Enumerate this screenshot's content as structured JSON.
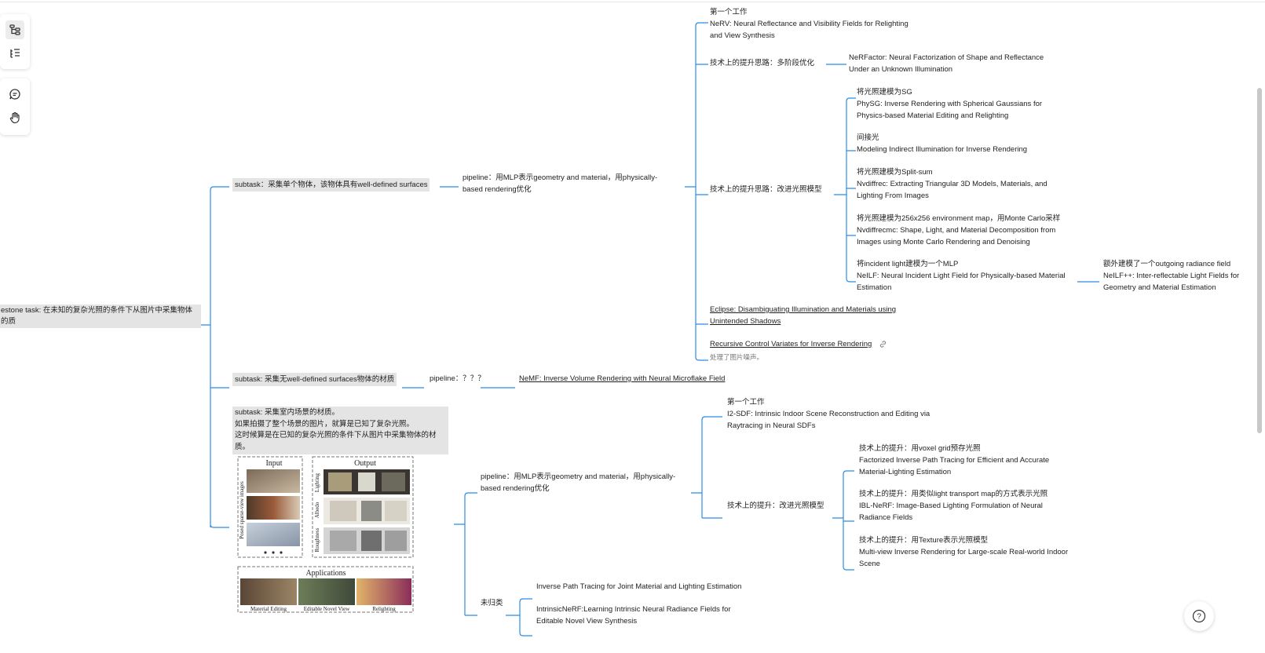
{
  "toolbar": {
    "buttons": [
      {
        "icon": "mindmap-icon",
        "active": true
      },
      {
        "icon": "outline-icon",
        "active": false
      },
      {
        "icon": "comment-icon",
        "active": false
      },
      {
        "icon": "hand-icon",
        "active": false
      }
    ]
  },
  "colors": {
    "branch": "#2b8ce6",
    "highlight": "#e4e4e4"
  },
  "root": {
    "text": "estone task: 在未知的复杂光照的条件下从图片中采集物体的质"
  },
  "subtask1": {
    "label": "subtask：采集单个物体，该物体具有well-defined surfaces",
    "pipeline": "pipeline：用MLP表示geometry and material，用physically-based rendering优化",
    "first_tag": "第一个工作",
    "first_work": "NeRV: Neural Reflectance and Visibility Fields for Relighting and View Synthesis",
    "improve_multistage": "技术上的提升思路：多阶段优化",
    "nerfactor": "NeRFactor: Neural Factorization of Shape and Reflectance Under an Unknown Illumination",
    "improve_light": "技术上的提升思路：改进光照模型",
    "light_items": [
      {
        "tag": "将光照建模为SG",
        "paper": "PhySG: Inverse Rendering with Spherical Gaussians for Physics-based Material Editing and Relighting"
      },
      {
        "tag": "间接光",
        "paper": "Modeling Indirect Illumination for Inverse Rendering"
      },
      {
        "tag": "将光照建模为Split-sum",
        "paper": "Nvdiffrec: Extracting Triangular 3D Models, Materials, and Lighting From Images"
      },
      {
        "tag": "将光照建模为256x256 environment map，用Monte Carlo采样",
        "paper": "Nvdiffrecmc: Shape, Light, and Material Decomposition from Images using Monte Carlo Rendering and Denoising"
      },
      {
        "tag": "将incident light建模为一个MLP",
        "paper": "NeILF: Neural Incident Light Field for Physically-based Material Estimation"
      }
    ],
    "neilfpp_tag": "额外建模了一个outgoing radiance field",
    "neilfpp": "NeILF++: Inter-reflectable Light Fields for Geometry and Material Estimation",
    "eclipse": "Eclipse: Disambiguating Illumination and Materials using Unintended Shadows",
    "recursive": "Recursive Control Variates for Inverse Rendering",
    "recursive_note": "处理了图片噪声。"
  },
  "subtask2": {
    "label": "subtask: 采集无well-defined surfaces物体的材质",
    "pipeline": "pipeline：？？？",
    "paper": "NeMF: Inverse Volume Rendering with Neural Microflake Field"
  },
  "subtask3": {
    "label": "subtask: 采集室内场景的材质。\n如果拍摄了整个场景的图片，就算是已知了复杂光照。\n这时候算是在已知的复杂光照的条件下从图片中采集物体的材质。",
    "figure": {
      "input": "Input",
      "output": "Output",
      "left_label": "Posed sparse-view images",
      "row_labels": [
        "Lighting",
        "Albedo",
        "Roughness"
      ],
      "applications": "Applications",
      "app_labels": [
        "Material Editing",
        "Editable Novel View",
        "Relighting"
      ]
    },
    "pipeline": "pipeline：用MLP表示geometry and material，用physically-based rendering优化",
    "first_tag": "第一个工作",
    "first_work": "I2-SDF: Intrinsic Indoor Scene Reconstruction and Editing via Raytracing in Neural SDFs",
    "improve_light": "技术上的提升：改进光照模型",
    "light_items": [
      {
        "tag": "技术上的提升：用voxel grid预存光照",
        "paper": "Factorized Inverse Path Tracing for Efficient and Accurate Material-Lighting Estimation"
      },
      {
        "tag": "技术上的提升：用类似light transport map的方式表示光照",
        "paper": "IBL-NeRF: Image-Based Lighting Formulation of Neural Radiance Fields"
      },
      {
        "tag": "技术上的提升：用Texture表示光照模型",
        "paper": "Multi-view Inverse Rendering for Large-scale Real-world Indoor Scene"
      }
    ],
    "unsorted": "未归类",
    "unsorted_items": [
      "Inverse Path Tracing for Joint Material and Lighting Estimation",
      "IntrinsicNeRF:Learning Intrinsic Neural Radiance Fields for Editable Novel View Synthesis"
    ]
  },
  "help": {
    "icon": "help-icon",
    "symbol": "?"
  }
}
